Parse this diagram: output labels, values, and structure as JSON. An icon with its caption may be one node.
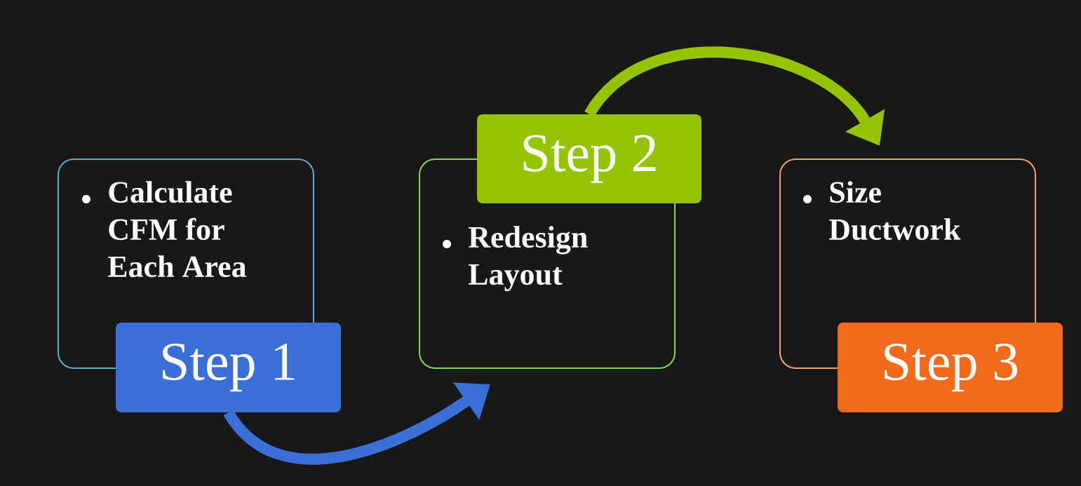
{
  "diagram": {
    "nodes": [
      {
        "text": [
          "Calculate CFM for Each Area"
        ]
      },
      {
        "text": [
          "Step 1"
        ]
      },
      {
        "text": [
          "Redesign Layout"
        ]
      },
      {
        "text": [
          "Step 2"
        ]
      },
      {
        "text": [
          "Size Ductwork"
        ]
      },
      {
        "text": [
          "Step 3"
        ]
      }
    ],
    "edges": [
      {
        "from": 1,
        "to": 2,
        "arrow": "to",
        "color": "#3b6fd8"
      },
      {
        "from": 3,
        "to": 4,
        "arrow": "to",
        "color": "#92c400"
      }
    ]
  }
}
